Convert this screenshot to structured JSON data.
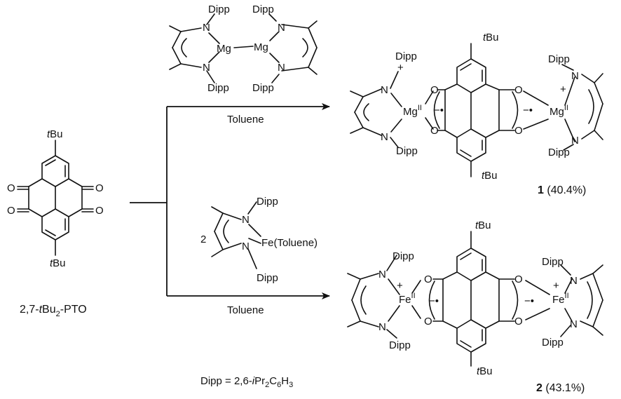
{
  "scheme": {
    "starting_material": {
      "label_prefix": "2,7-",
      "label_tbu": "t",
      "label_bu": "Bu",
      "label_sub": "2",
      "label_suffix": "-PTO",
      "substituent": "tBu",
      "oxygen": "O"
    },
    "reagent_mg": {
      "aryl": "Dipp",
      "nitrogen": "N",
      "metal": "Mg",
      "solvent": "Toluene"
    },
    "reagent_fe": {
      "coefficient": "2",
      "aryl": "Dipp",
      "nitrogen": "N",
      "metal_complex": "Fe(Toluene)",
      "solvent": "Toluene"
    },
    "product_1": {
      "metal": "Mg",
      "oxidation_state": "II",
      "charge": "+",
      "radical_anion": "−•",
      "compound_number": "1",
      "yield": "(40.4%)"
    },
    "product_2": {
      "metal": "Fe",
      "oxidation_state": "II",
      "charge": "+",
      "radical_anion": "−•",
      "compound_number": "2",
      "yield": "(43.1%)"
    },
    "footnote": {
      "prefix": "Dipp = 2,6-",
      "ipr_i": "i",
      "ipr_pr": "Pr",
      "sub2": "2",
      "c": "C",
      "sub6": "6",
      "h": "H",
      "sub3": "3"
    }
  }
}
